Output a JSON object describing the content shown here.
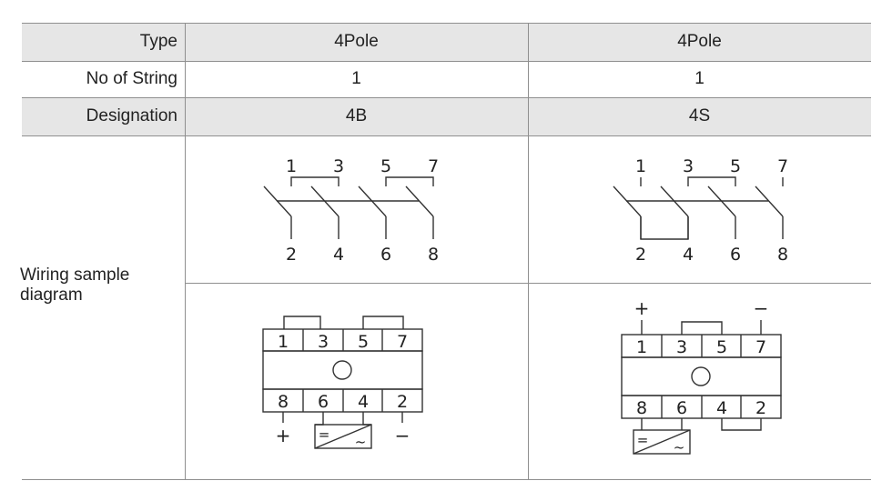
{
  "table": {
    "rows": {
      "type": {
        "label": "Type",
        "col1": "4Pole",
        "col2": "4Pole"
      },
      "strings": {
        "label": "No of String",
        "col1": "1",
        "col2": "1"
      },
      "designation": {
        "label": "Designation",
        "col1": "4B",
        "col2": "4S"
      }
    },
    "wiring_label": "Wiring sample diagram"
  },
  "diagrams": {
    "switch_4b": {
      "top_numbers": [
        "1",
        "3",
        "5",
        "7"
      ],
      "bottom_numbers": [
        "2",
        "4",
        "6",
        "8"
      ]
    },
    "switch_4s": {
      "top_numbers": [
        "1",
        "3",
        "5",
        "7"
      ],
      "bottom_numbers": [
        "2",
        "4",
        "6",
        "8"
      ]
    },
    "block_4b": {
      "top_terminals": [
        "1",
        "3",
        "5",
        "7"
      ],
      "bottom_terminals": [
        "8",
        "6",
        "4",
        "2"
      ],
      "plus": "+",
      "minus": "−",
      "dc_symbol": "=",
      "ac_symbol": "~"
    },
    "block_4s": {
      "top_terminals": [
        "1",
        "3",
        "5",
        "7"
      ],
      "bottom_terminals": [
        "8",
        "6",
        "4",
        "2"
      ],
      "plus": "+",
      "minus": "−",
      "dc_symbol": "=",
      "ac_symbol": "~"
    }
  }
}
